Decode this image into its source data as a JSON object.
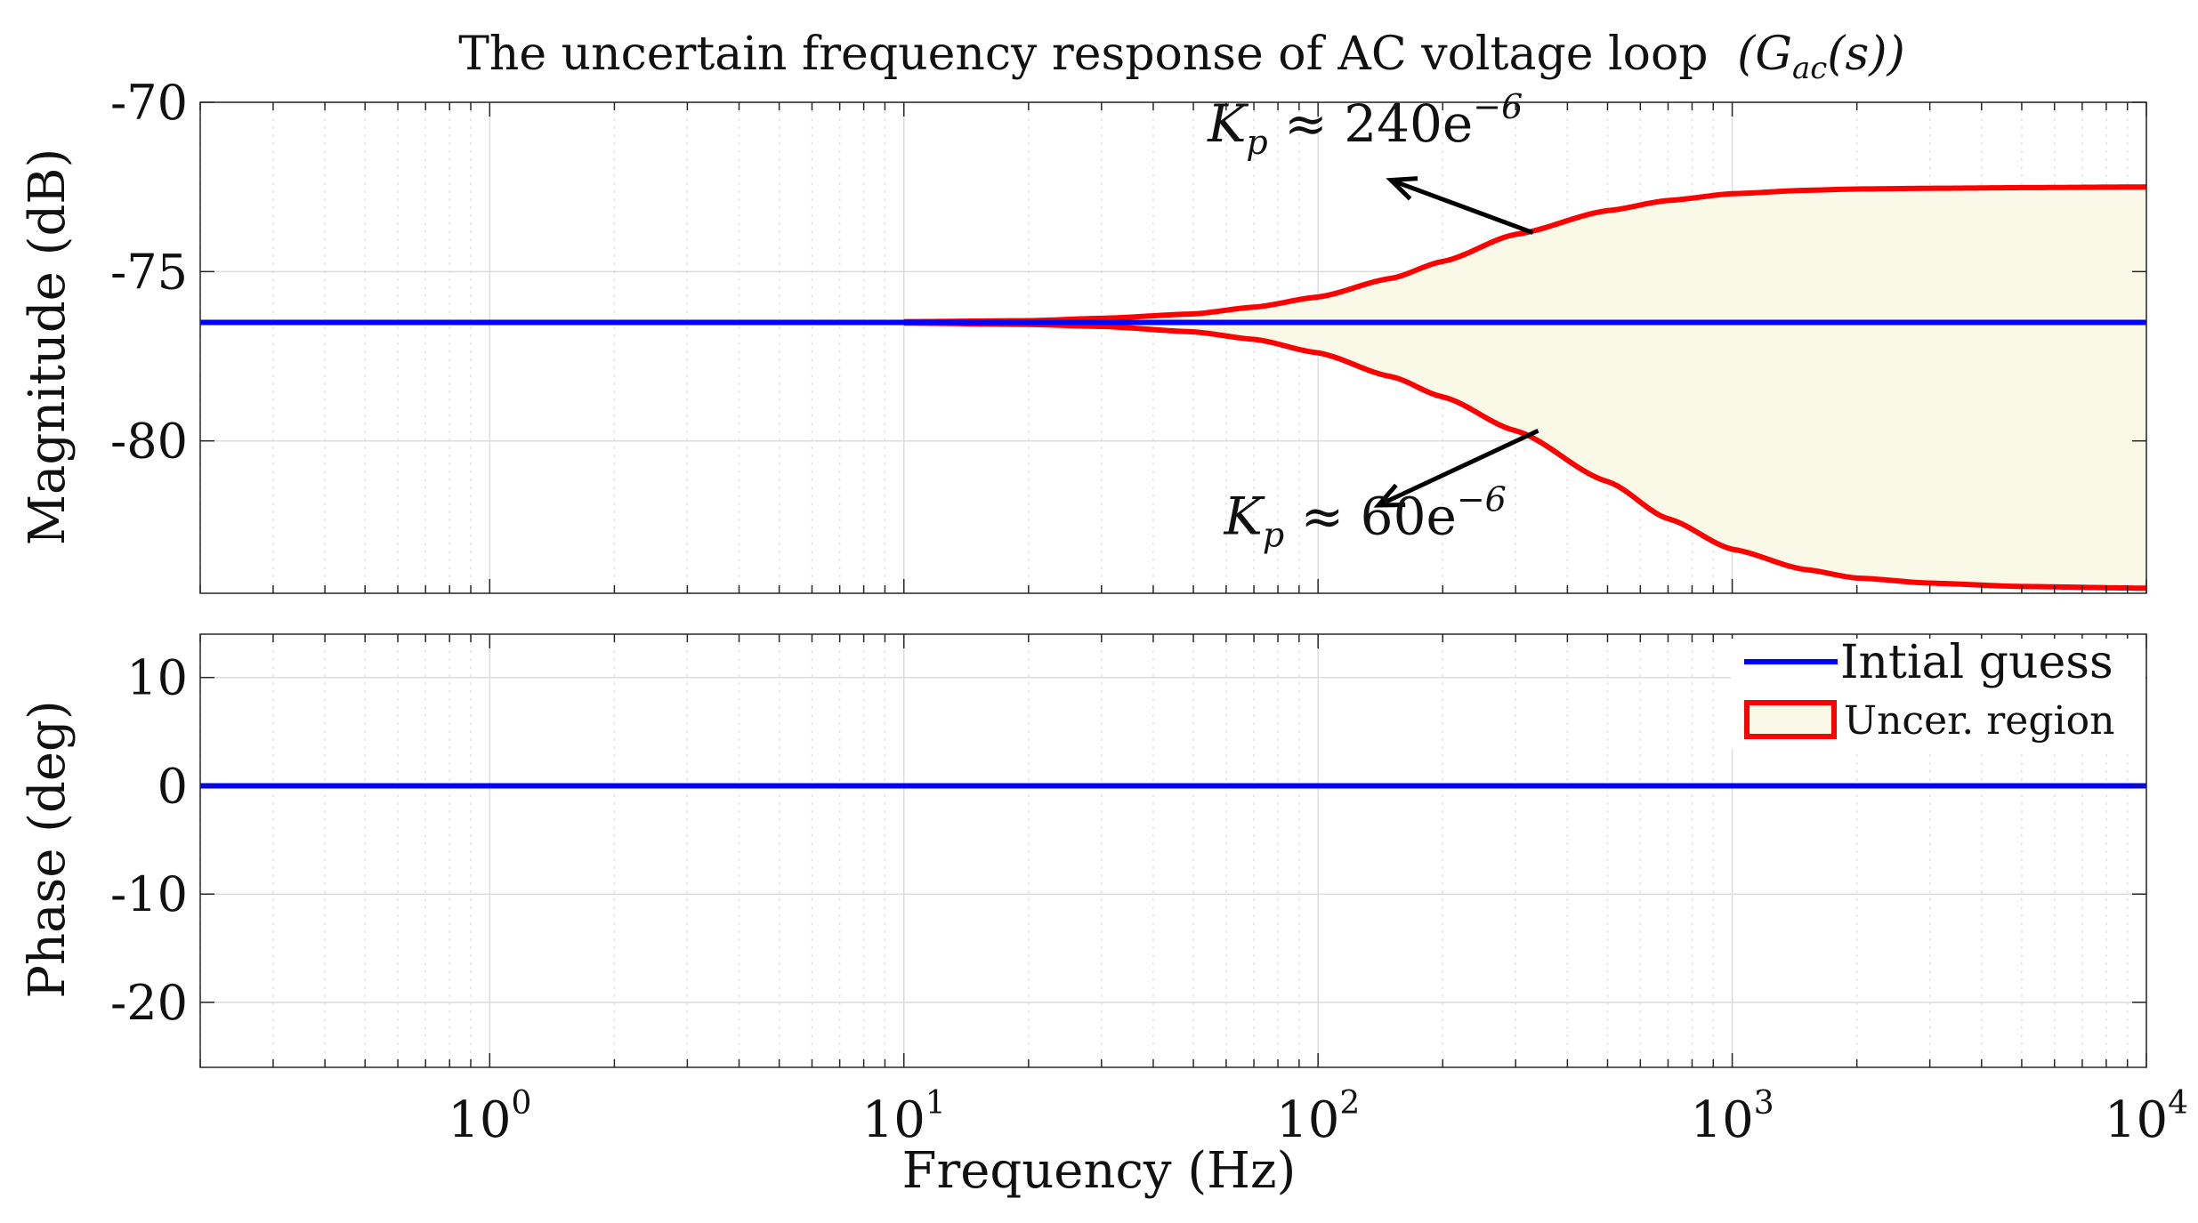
{
  "chart_data": [
    {
      "type": "line",
      "title": "The uncertain frequency response of AC voltage loop",
      "title_math": "(G",
      "title_math_sub": "ac",
      "title_math_tail": "(s))",
      "ylabel": "Magnitude (dB)",
      "xscale": "log",
      "xlim": [
        0.2,
        10000
      ],
      "ylim": [
        -84.5,
        -70
      ],
      "y_ticks": [
        -70,
        -75,
        -80
      ],
      "y_tick_labels": [
        "-70",
        "-75",
        "-80"
      ],
      "grid": true,
      "series": [
        {
          "name": "Intial guess",
          "color": "#0000ff",
          "x": [
            0.2,
            10000
          ],
          "y": [
            -76.5,
            -76.5
          ]
        },
        {
          "name": "Uncer. region",
          "color": "#ff0000",
          "fill": "#faf9e8",
          "x": [
            10,
            20,
            30,
            50,
            70,
            100,
            150,
            200,
            300,
            500,
            700,
            1000,
            1500,
            2000,
            3000,
            5000,
            10000
          ],
          "upper": [
            -76.48,
            -76.45,
            -76.38,
            -76.25,
            -76.05,
            -75.75,
            -75.2,
            -74.7,
            -73.9,
            -73.2,
            -72.9,
            -72.7,
            -72.6,
            -72.56,
            -72.54,
            -72.52,
            -72.5
          ],
          "lower": [
            -76.52,
            -76.56,
            -76.62,
            -76.78,
            -77.0,
            -77.4,
            -78.1,
            -78.7,
            -79.7,
            -81.2,
            -82.3,
            -83.2,
            -83.8,
            -84.05,
            -84.2,
            -84.3,
            -84.35
          ]
        }
      ],
      "annotations": [
        {
          "text_var": "K",
          "text_sub": "p",
          "text_rel": " ≈ 240e",
          "text_sup": "−6",
          "arrow_from": [
            330,
            -73.85
          ],
          "arrow_to": [
            150,
            -72.3
          ],
          "label_at": [
            130,
            -71.15
          ]
        },
        {
          "text_var": "K",
          "text_sub": "p",
          "text_rel": " ≈ 60e",
          "text_sup": "−6",
          "arrow_from": [
            340,
            -79.7
          ],
          "arrow_to": [
            140,
            -81.9
          ],
          "label_at": [
            130,
            -82.75
          ]
        }
      ]
    },
    {
      "type": "line",
      "title": "",
      "xlabel": "Frequency (Hz)",
      "ylabel": "Phase (deg)",
      "xscale": "log",
      "xlim": [
        0.2,
        10000
      ],
      "ylim": [
        -26,
        14
      ],
      "y_ticks": [
        10,
        0,
        -10,
        -20
      ],
      "y_tick_labels": [
        "10",
        "0",
        "-10",
        "-20"
      ],
      "x_ticks": [
        1,
        10,
        100,
        1000,
        10000
      ],
      "x_tick_bases": [
        "10",
        "10",
        "10",
        "10",
        "10"
      ],
      "x_tick_exps": [
        "0",
        "1",
        "2",
        "3",
        "4"
      ],
      "grid": true,
      "legend": "top-right",
      "legend_entries": [
        "Intial guess",
        "Uncer. region"
      ],
      "series": [
        {
          "name": "Intial guess",
          "color": "#0000ff",
          "x": [
            0.2,
            10000
          ],
          "y": [
            0,
            0
          ]
        }
      ]
    }
  ]
}
